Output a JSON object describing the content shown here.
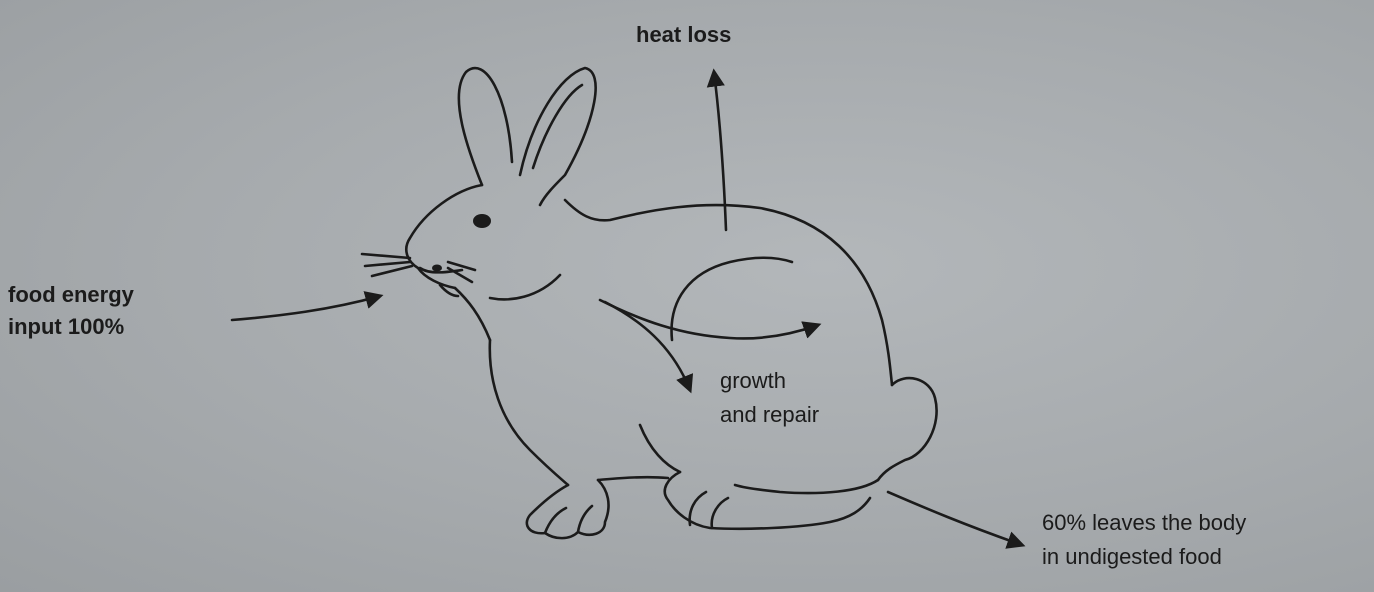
{
  "diagram": {
    "labels": {
      "heat_loss": "heat loss",
      "food_line1": "food energy",
      "food_line2": "input 100%",
      "growth_line1": "growth",
      "growth_line2": "and repair",
      "waste_line1": "60% leaves the body",
      "waste_line2": "in undigested food"
    }
  }
}
